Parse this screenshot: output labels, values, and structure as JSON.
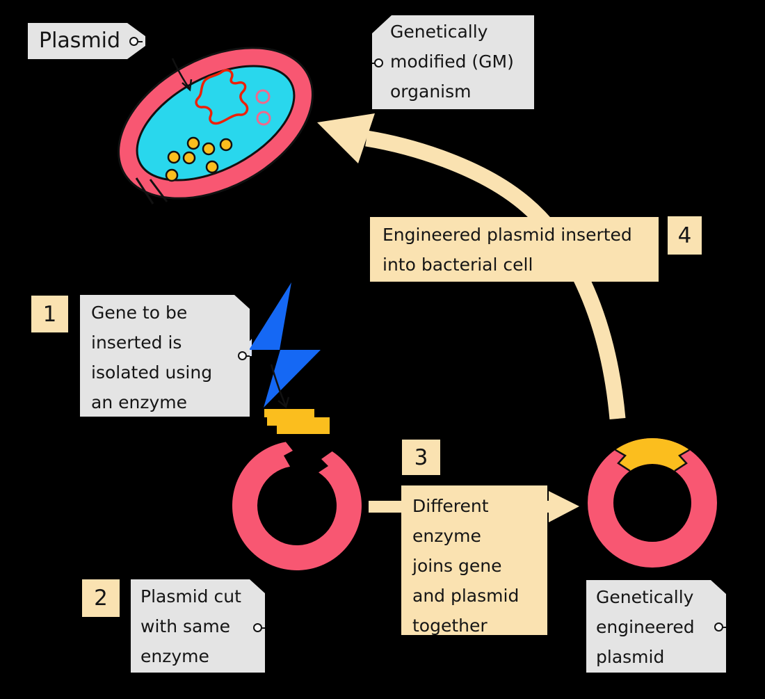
{
  "colors": {
    "bg": "#000000",
    "pink": "#F85772",
    "cyan": "#29D7ED",
    "yellow": "#FBBE1E",
    "blue": "#1568F4",
    "peach": "#FAE2B1",
    "gray": "#E4E4E4",
    "red": "#ED2007",
    "rose": "#F2688C"
  },
  "labels": {
    "plasmid": "Plasmid",
    "gm_organism_lines": [
      "Genetically",
      "modified (GM)",
      "organism"
    ],
    "engineered_plasmid_lines": [
      "Genetically",
      "engineered",
      "plasmid"
    ]
  },
  "steps": [
    {
      "number": "1",
      "lines": [
        "Gene to be",
        "inserted is",
        "isolated using",
        "an enzyme"
      ]
    },
    {
      "number": "2",
      "lines": [
        "Plasmid cut",
        "with same",
        "enzyme"
      ]
    },
    {
      "number": "3",
      "lines": [
        "Different",
        "enzyme",
        "joins gene",
        "and plasmid",
        "together"
      ]
    },
    {
      "number": "4",
      "lines": [
        "Engineered plasmid inserted",
        "into bacterial cell"
      ]
    }
  ],
  "icons": {
    "bacterial_cell": "bacterial-cell",
    "plasmid_loop": "plasmid-loop-icon",
    "chromosome": "chromosome-icon",
    "gene_fragment": "gene-fragment-icon",
    "cut_plasmid": "cut-plasmid-icon",
    "engineered_plasmid": "engineered-plasmid-icon",
    "curved_arrow": "curved-arrow-icon",
    "join_arrow": "join-arrow-icon"
  }
}
